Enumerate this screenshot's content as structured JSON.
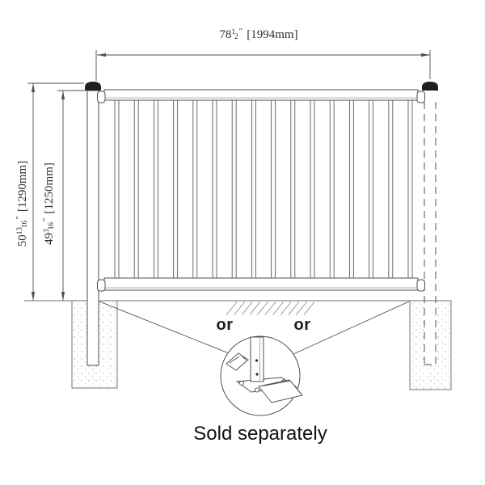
{
  "diagram": {
    "dimensions": {
      "width": {
        "whole": "78",
        "numerator": "1",
        "denominator": "2",
        "unit": "″",
        "metric": "[1994mm]"
      },
      "height_overall": {
        "whole": "50",
        "numerator": "13",
        "denominator": "16",
        "unit": "″",
        "metric": "[1290mm]"
      },
      "height_panel": {
        "whole": "49",
        "numerator": "3",
        "denominator": "16",
        "unit": "″",
        "metric": "[1250mm]"
      }
    },
    "labels": {
      "or_left": "or",
      "or_right": "or",
      "caption": "Sold separately"
    },
    "panel": {
      "baluster_count": 16
    },
    "colors": {
      "line": "#4f4f4f",
      "cap": "#1f1f1f",
      "stipple": "#ababab",
      "hatch": "#8f8f8f",
      "ground": "#6e6e6e"
    }
  }
}
